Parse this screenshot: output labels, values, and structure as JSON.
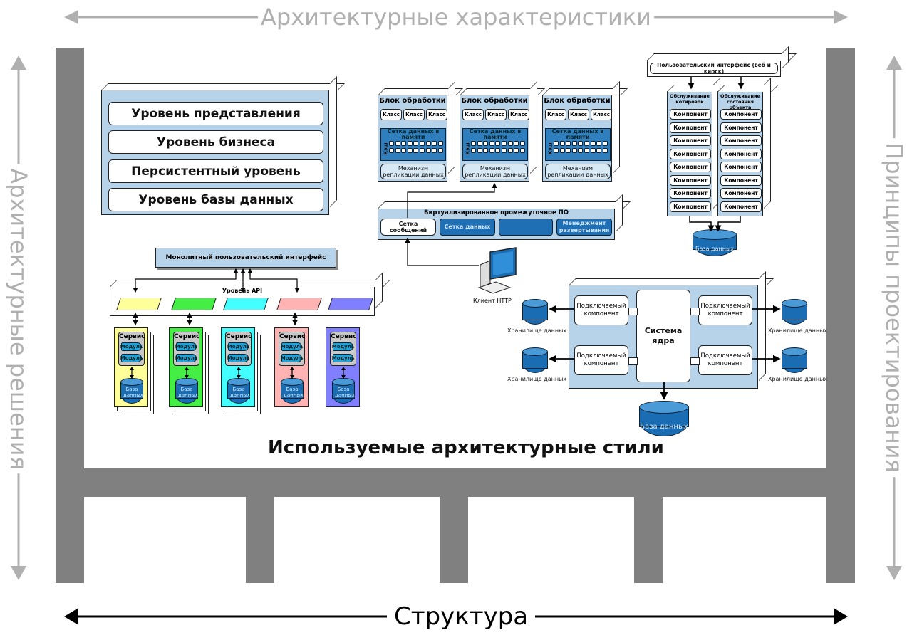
{
  "axes": {
    "top": "Архитектурные характеристики",
    "left": "Архитектурные решения",
    "right": "Принципы проектирования",
    "bottom": "Структура"
  },
  "caption": "Используемые архитектурные стили",
  "layered": {
    "layers": [
      "Уровень представления",
      "Уровень бизнеса",
      "Персистентный уровень",
      "Уровень базы данных"
    ]
  },
  "space_based": {
    "processing_units": [
      {
        "title": "Блок обработки",
        "classes": [
          "Класс",
          "Класс",
          "Класс"
        ],
        "grid": "Сетка данных в памяти",
        "cache": "Кэш",
        "replication": "Механизм репликации данных"
      },
      {
        "title": "Блок обработки",
        "classes": [
          "Класс",
          "Класс",
          "Класс"
        ],
        "grid": "Сетка данных в памяти",
        "cache": "Кэш",
        "replication": "Механизм репликации данных"
      },
      {
        "title": "Блок обработки",
        "classes": [
          "Класс",
          "Класс",
          "Класс"
        ],
        "grid": "Сетка данных в памяти",
        "cache": "Кэш",
        "replication": "Механизм репликации данных"
      }
    ],
    "middleware": {
      "title": "Виртуализированное промежуточное ПО",
      "items": [
        "Сетка сообщений",
        "Сетка данных",
        "",
        "Менеджмент развертывания"
      ]
    },
    "client": "Клиент HTTP"
  },
  "service_based": {
    "ui": "Пользовательский интерфейс (веб и киоск)",
    "services": [
      {
        "title": "Обслуживание котировок",
        "components": [
          "Компонент",
          "Компонент",
          "Компонент",
          "Компонент",
          "Компонент",
          "Компонент",
          "Компонент",
          "Компонент"
        ]
      },
      {
        "title": "Обслуживание состояния объекта",
        "components": [
          "Компонент",
          "Компонент",
          "Компонент",
          "Компонент",
          "Компонент",
          "Компонент",
          "Компонент",
          "Компонент"
        ]
      }
    ],
    "database": "База данных"
  },
  "microservices": {
    "ui": "Монолитный пользовательский интерфейс",
    "api_layer": "Уровень API",
    "services": [
      {
        "title": "Сервис",
        "modules": [
          "Модуль",
          "Модуль"
        ],
        "db": "База данных",
        "color": "#ffff99"
      },
      {
        "title": "Сервис",
        "modules": [
          "Модуль",
          "Модуль"
        ],
        "db": "База данных",
        "color": "#44ee44"
      },
      {
        "title": "Сервис",
        "modules": [
          "Модуль",
          "Модуль"
        ],
        "db": "База данных",
        "color": "#44ffff"
      },
      {
        "title": "Сервис",
        "modules": [
          "Модуль",
          "Модуль"
        ],
        "db": "База данных",
        "color": "#ffb3b3"
      },
      {
        "title": "Сервис",
        "modules": [
          "Модуль",
          "Модуль"
        ],
        "db": "База данных",
        "color": "#7f7fff"
      }
    ]
  },
  "microkernel": {
    "core": "Система ядра",
    "plugins": [
      "Подключаемый компонент",
      "Подключаемый компонент",
      "Подключаемый компонент",
      "Подключаемый компонент"
    ],
    "stores": [
      "Хранилище данных",
      "Хранилище данных",
      "Хранилище данных",
      "Хранилище данных"
    ],
    "database": "База данных"
  },
  "colors": {
    "frame": "#808080",
    "axis_gray": "#b0b0b0",
    "panel_blue": "#b7d3e9",
    "db_blue": "#1a6db3"
  }
}
